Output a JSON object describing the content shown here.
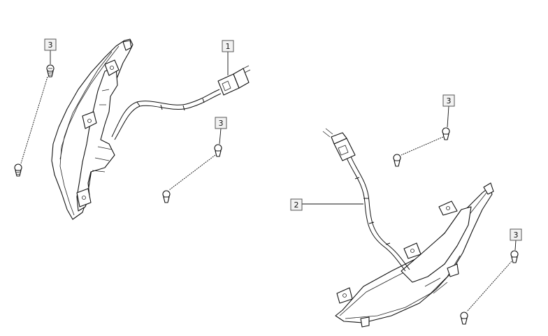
{
  "callouts": [
    {
      "label": "1"
    },
    {
      "label": "2"
    },
    {
      "label": "3"
    },
    {
      "label": "3"
    },
    {
      "label": "3"
    },
    {
      "label": "3"
    }
  ]
}
